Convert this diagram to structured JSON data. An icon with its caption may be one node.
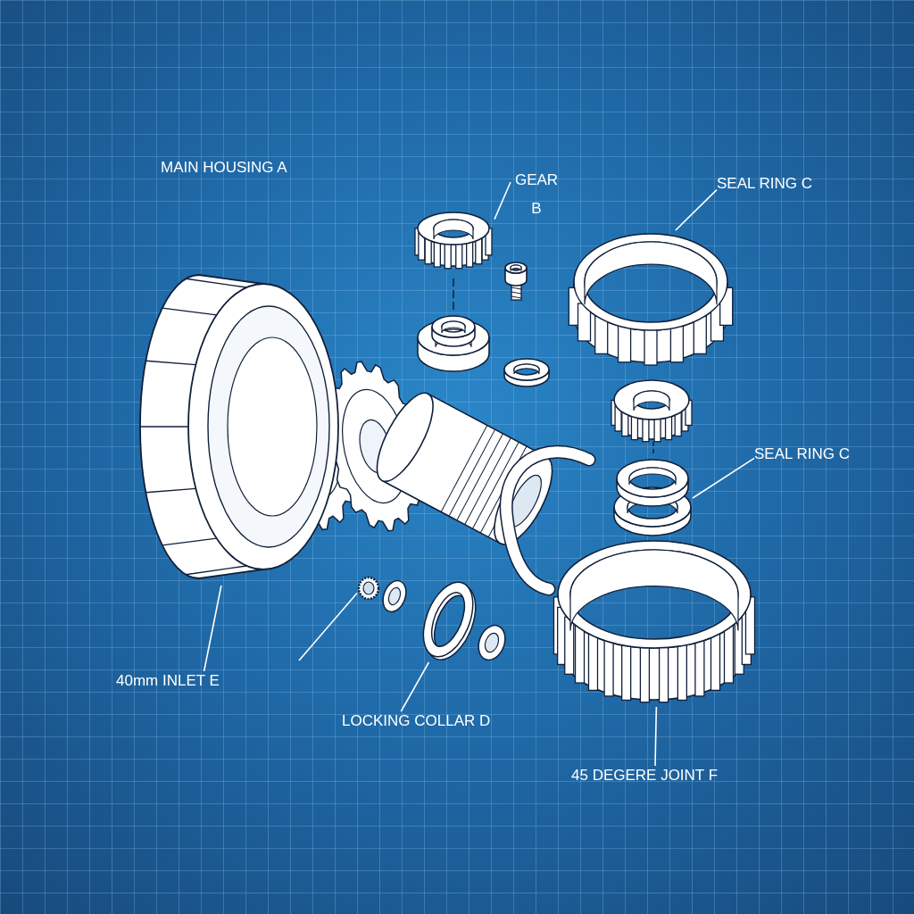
{
  "diagram": {
    "nodes": [
      {
        "text": [
          "GEAR B"
        ]
      },
      {
        "text": [],
        "shape": "picture"
      },
      {
        "text": [
          "SEAL RING C"
        ]
      },
      {
        "text": [],
        "shape": "picture"
      },
      {
        "text": [
          "SEAL RING C"
        ]
      },
      {
        "text": [],
        "shape": "picture"
      },
      {
        "text": [
          "40mm INLET E"
        ]
      },
      {
        "text": [],
        "shape": "picture"
      },
      {
        "text": [
          "LOCKING COLLAR D"
        ]
      },
      {
        "text": [],
        "shape": "circle"
      },
      {
        "text": [
          "45 DEGERE JOINT F"
        ]
      },
      {
        "text": [],
        "shape": "picture"
      },
      {
        "text": [],
        "shape": "picture"
      }
    ],
    "edges": [
      {
        "from": 0,
        "to": 1,
        "arrow": "none"
      },
      {
        "from": 2,
        "to": 3,
        "arrow": "none"
      },
      {
        "from": 4,
        "to": 5,
        "arrow": "none"
      },
      {
        "from": 6,
        "to": 7,
        "arrow": "none"
      },
      {
        "from": 8,
        "to": 9,
        "arrow": "none"
      },
      {
        "from": 10,
        "to": 11,
        "arrow": "none"
      },
      {
        "from": null,
        "to": 12,
        "arrow": "none"
      }
    ],
    "labels": [
      "MAIN HOUSING A"
    ]
  }
}
